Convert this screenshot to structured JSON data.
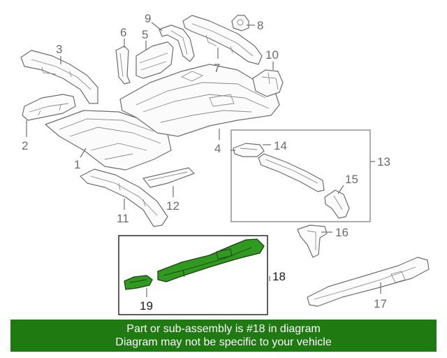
{
  "diagram": {
    "callouts": [
      "1",
      "2",
      "3",
      "4",
      "5",
      "6",
      "7",
      "8",
      "9",
      "10",
      "11",
      "12",
      "13",
      "14",
      "15",
      "16",
      "17",
      "18",
      "19"
    ],
    "highlight_color": "#2f9a1f",
    "banner_color": "#1f7a12"
  },
  "banner": {
    "line1": "Part or sub-assembly is #18 in diagram",
    "line2": "Diagram may not be specific to your vehicle"
  }
}
